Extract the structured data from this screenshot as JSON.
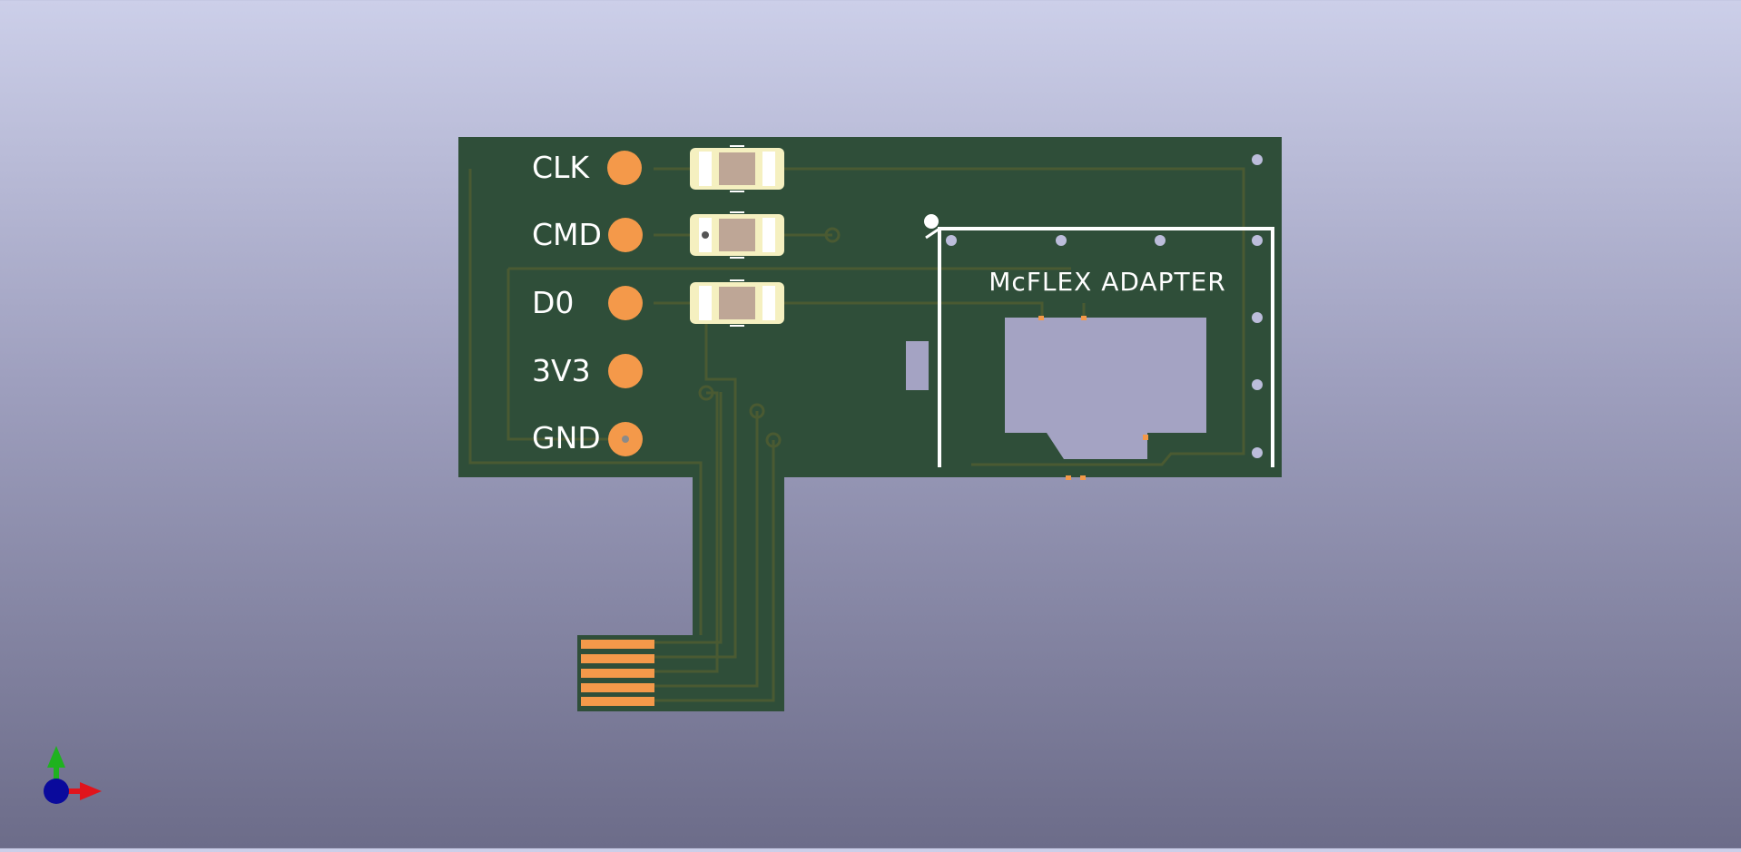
{
  "board": {
    "pins": [
      {
        "label": "CLK"
      },
      {
        "label": "CMD"
      },
      {
        "label": "D0"
      },
      {
        "label": "3V3"
      },
      {
        "label": "GND"
      }
    ],
    "adapter_label": "McFLEX ADAPTER",
    "colors": {
      "soldermask": "#2f4e39",
      "trace": "#4a5a32",
      "copper_pad": "#f4994a",
      "silkscreen": "#ffffff",
      "component_body": "#bea696",
      "component_end": "#f5f0c0",
      "cutout": "#a4a3c3"
    }
  },
  "axes_gizmo": {
    "x_color": "#e0141c",
    "y_color": "#1fb21f",
    "z_color": "#0a0a9c"
  }
}
